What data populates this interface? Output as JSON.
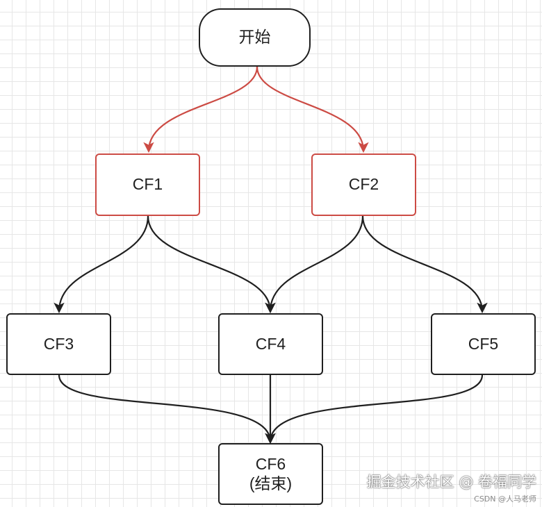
{
  "nodes": {
    "start": "开始",
    "cf1": "CF1",
    "cf2": "CF2",
    "cf3": "CF3",
    "cf4": "CF4",
    "cf5": "CF5",
    "cf6": "CF6",
    "cf6_sub": "(结束)"
  },
  "edges": [
    {
      "from": "start",
      "to": "cf1",
      "color": "#cc4b44"
    },
    {
      "from": "start",
      "to": "cf2",
      "color": "#cc4b44"
    },
    {
      "from": "cf1",
      "to": "cf3",
      "color": "#1f1f1f"
    },
    {
      "from": "cf1",
      "to": "cf4",
      "color": "#1f1f1f"
    },
    {
      "from": "cf2",
      "to": "cf4",
      "color": "#1f1f1f"
    },
    {
      "from": "cf2",
      "to": "cf5",
      "color": "#1f1f1f"
    },
    {
      "from": "cf3",
      "to": "cf6",
      "color": "#1f1f1f"
    },
    {
      "from": "cf4",
      "to": "cf6",
      "color": "#1f1f1f"
    },
    {
      "from": "cf5",
      "to": "cf6",
      "color": "#1f1f1f"
    }
  ],
  "colors": {
    "highlight": "#cc4b44",
    "default": "#1f1f1f"
  },
  "watermark": "掘金技术社区 @ 卷福同学",
  "credit": "CSDN @人马老师"
}
